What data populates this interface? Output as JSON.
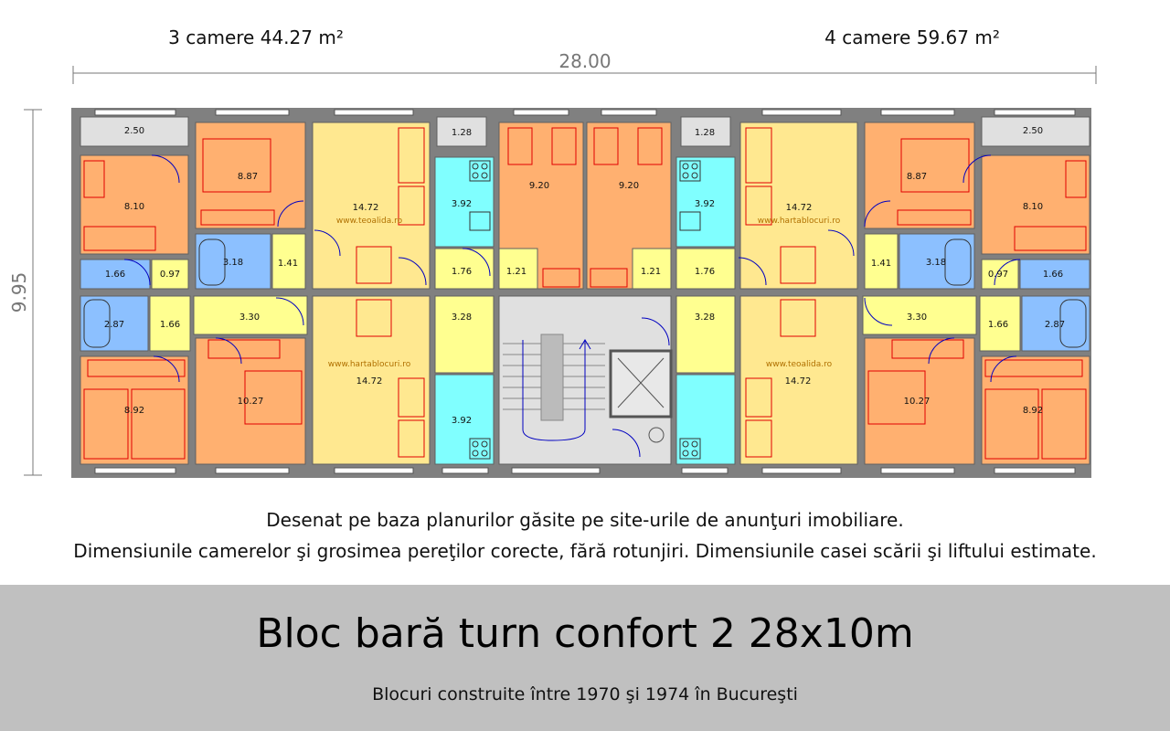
{
  "header": {
    "left_apartment": "3 camere 44.27 m²",
    "right_apartment": "4 camere 59.67 m²"
  },
  "dimensions": {
    "width": "28.00",
    "depth": "9.95"
  },
  "rooms": {
    "balcony_l": "2.50",
    "bed_l_top": "8.10",
    "bed_big_l": "8.87",
    "living_l_top": "14.72",
    "bath_l_top": "3.18",
    "hall_l_top": "1.41",
    "wc_l": "1.66",
    "hall_small_l": "0.97",
    "bath_l_bot": "2.87",
    "hall_l_bot": "1.66",
    "hall_long_l": "3.30",
    "bed_l_bot": "8.92",
    "bed_big_l_bot": "10.27",
    "living_l_bot": "14.72",
    "loggia_cl": "1.28",
    "kitchen_cl_top": "3.92",
    "hall_cl": "1.76",
    "bed_cl": "9.20",
    "hall_ccl": "1.21",
    "hall_cl_bot": "3.28",
    "kitchen_cl_bot": "3.92",
    "loggia_cr": "1.28",
    "kitchen_cr_top": "3.92",
    "hall_cr": "1.76",
    "bed_cr": "9.20",
    "hall_ccr": "1.21",
    "hall_cr_bot": "3.28",
    "balcony_r": "2.50",
    "bed_r_top": "8.10",
    "bed_big_r": "8.87",
    "living_r_top": "14.72",
    "bath_r_top": "3.18",
    "hall_r_top": "1.41",
    "wc_r": "1.66",
    "hall_small_r": "0.97",
    "bath_r_bot": "2.87",
    "hall_r_bot": "1.66",
    "hall_long_r": "3.30",
    "bed_r_bot": "8.92",
    "bed_big_r_bot": "10.27",
    "living_r_bot": "14.72"
  },
  "watermarks": {
    "w1": "www.teoalida.ro",
    "w2": "www.hartablocuri.ro",
    "w3": "www.hartablocuri.ro",
    "w4": "www.teoalida.ro"
  },
  "notes": {
    "line1": "Desenat pe baza planurilor găsite pe site-urile de anunţuri imobiliare.",
    "line2": "Dimensiunile camerelor şi grosimea pereţilor corecte, fără rotunjiri. Dimensiunile casei scării şi liftului estimate."
  },
  "footer": {
    "title": "Bloc bară turn confort 2 28x10m",
    "subtitle": "Blocuri construite între 1970 şi 1974 în Bucureşti"
  },
  "colors": {
    "bedroom": "#ffb070",
    "living": "#ffe890",
    "hallway": "#ffff90",
    "bath": "#8cc0ff",
    "kitchen": "#80ffff",
    "stair": "#e0e0e0",
    "wall": "#808080",
    "furniture": "#e00000",
    "door": "#0000c0"
  }
}
